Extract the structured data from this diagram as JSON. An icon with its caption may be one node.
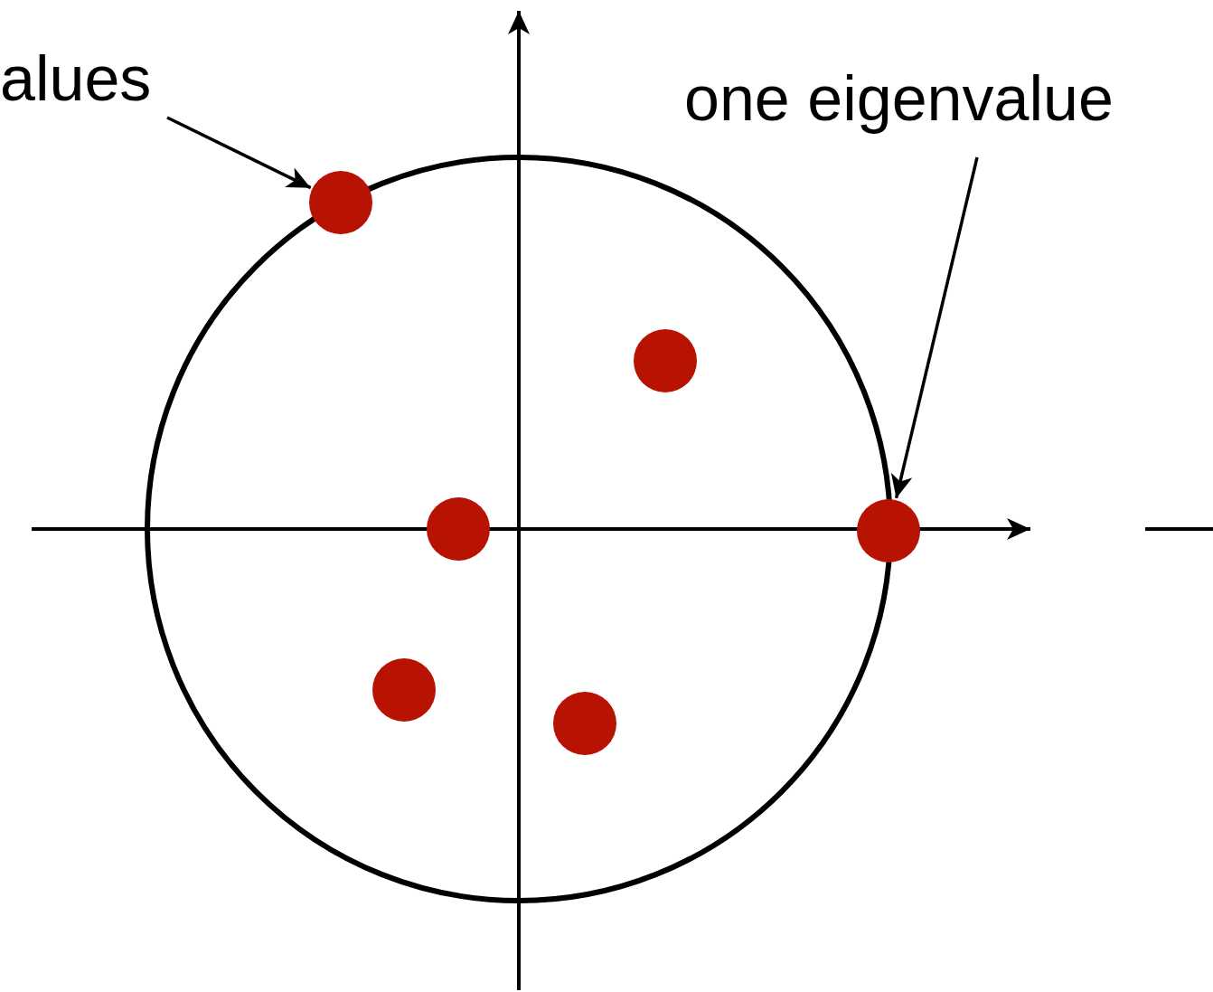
{
  "diagram": {
    "nodes": [
      {
        "text": [
          "alues"
        ]
      },
      {
        "text": [
          "one eigenvalue"
        ]
      },
      {
        "text": [],
        "shape": "circle"
      },
      {
        "text": [],
        "shape": "circle"
      },
      {
        "text": [],
        "shape": "circle"
      },
      {
        "text": [],
        "shape": "circle"
      },
      {
        "text": [],
        "shape": "circle"
      },
      {
        "text": [],
        "shape": "circle"
      }
    ],
    "edges": [
      {
        "from": 0,
        "to": 2,
        "arrow": "to"
      },
      {
        "from": 1,
        "to": 5,
        "arrow": "to"
      }
    ]
  }
}
